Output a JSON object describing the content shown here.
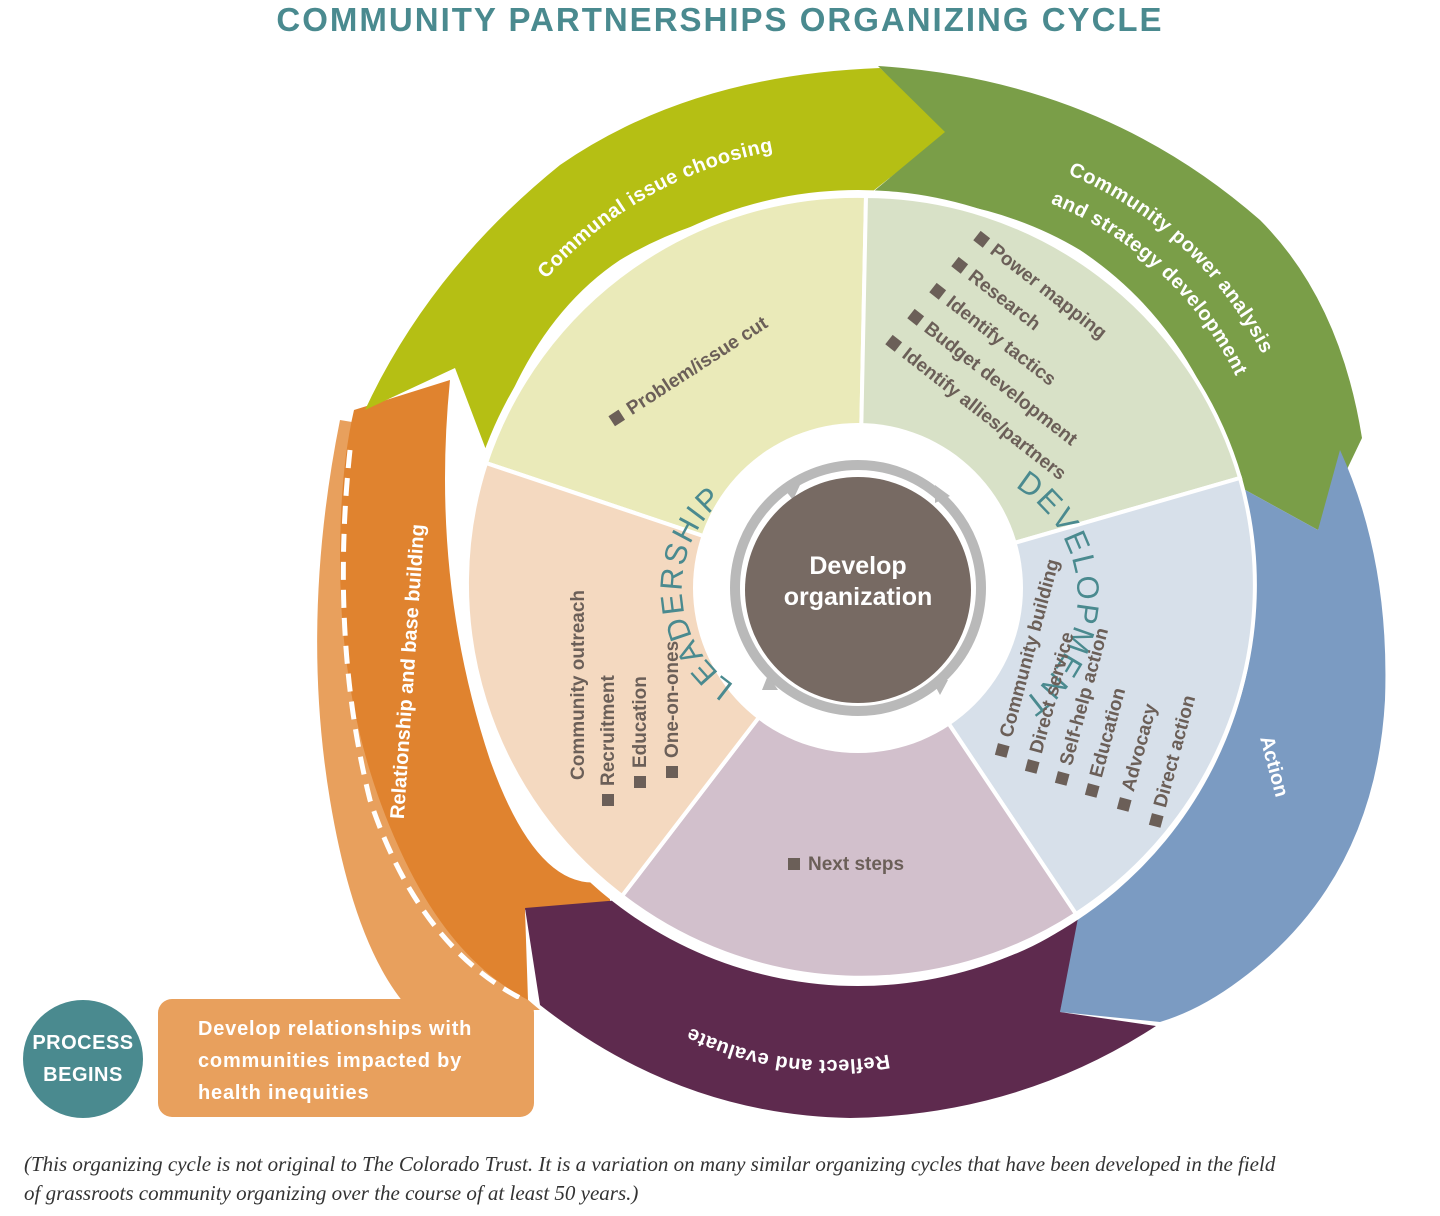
{
  "title": "COMMUNITY PARTNERSHIPS ORGANIZING CYCLE",
  "center": {
    "line1": "Develop",
    "line2": "organization",
    "ring_left": "LEADERSHIP",
    "ring_right": "DEVELOPMENT"
  },
  "outer_arrows": {
    "issue": "Communal issue choosing",
    "power_line1": "Community power analysis",
    "power_line2": "and strategy development",
    "action": "Action",
    "reflect": "Reflect and evaluate",
    "relationship": "Relationship and base building"
  },
  "sectors": {
    "issue": [
      "Problem/issue cut"
    ],
    "power": [
      "Power mapping",
      "Research",
      "Identify tactics",
      "Budget development",
      "Identify allies/partners"
    ],
    "action": [
      "Community building",
      "Direct service",
      "Self-help action",
      "Education",
      "Advocacy",
      "Direct action"
    ],
    "reflect": [
      "Next steps"
    ],
    "relationship_heading": "Community outreach",
    "relationship": [
      "Recruitment",
      "Education",
      "One-on-ones"
    ]
  },
  "process": {
    "badge_line1": "PROCESS",
    "badge_line2": "BEGINS",
    "bubble_line1": "Develop relationships with",
    "bubble_line2": "communities impacted by",
    "bubble_line3": "health inequities"
  },
  "footnote": {
    "line1": "(This organizing cycle is not original to The Colorado Trust. It is a variation on many similar organizing cycles that have been developed in the field",
    "line2": "of grassroots community organizing over the course of at least 50 years.)"
  },
  "colors": {
    "issue": "#b5bf14",
    "power": "#7a9e48",
    "action": "#7b9bc2",
    "reflect": "#5e2a4e",
    "relationship": "#e0832f",
    "process": "#e8a05d",
    "teal": "#4a8a8f",
    "center": "#776a63"
  }
}
